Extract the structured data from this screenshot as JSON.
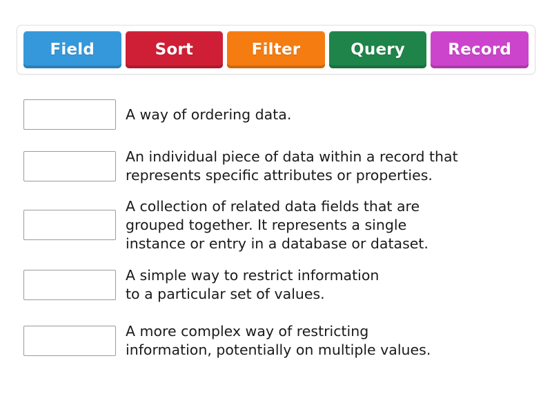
{
  "activity": {
    "type": "drag-and-drop-matching",
    "background_color": "#ffffff"
  },
  "tile_tray": {
    "tiles": [
      {
        "label": "Field",
        "color": "#3498db",
        "name": "tile-field"
      },
      {
        "label": "Sort",
        "color": "#cf1f36",
        "name": "tile-sort"
      },
      {
        "label": "Filter",
        "color": "#f57c10",
        "name": "tile-filter"
      },
      {
        "label": "Query",
        "color": "#1e8449",
        "name": "tile-query"
      },
      {
        "label": "Record",
        "color": "#cc44cc",
        "name": "tile-record"
      }
    ]
  },
  "rows": [
    {
      "dropzone_value": "",
      "definition": "A way of ordering data."
    },
    {
      "dropzone_value": "",
      "definition": "An individual piece of data within a record that\nrepresents specific attributes or properties."
    },
    {
      "dropzone_value": "",
      "definition": "A collection of related data fields that are\ngrouped together. It represents a single\ninstance or entry in a database or dataset."
    },
    {
      "dropzone_value": "",
      "definition": "A simple way to restrict information\nto a particular set of values."
    },
    {
      "dropzone_value": "",
      "definition": "A more complex way of restricting\ninformation, potentially on multiple values."
    }
  ]
}
